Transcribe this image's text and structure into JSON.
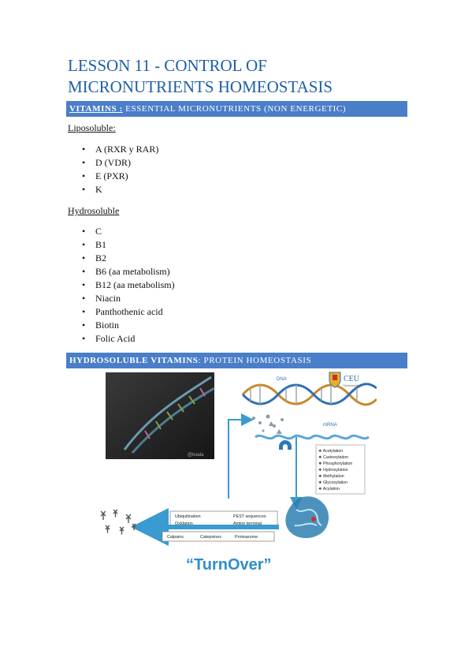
{
  "title": {
    "line1": "LESSON 11 - CONTROL OF",
    "line2": "MICRONUTRIENTS HOMEOSTASIS"
  },
  "section1": {
    "heading_bold": "VITAMINS :",
    "heading_rest": " ESSENTIAL MICRONUTRIENTS (NON ENERGETIC)"
  },
  "liposoluble": {
    "label": "Liposoluble:",
    "items": [
      "A (RXR y RAR)",
      "D (VDR)",
      "E (PXR)",
      "K"
    ]
  },
  "hydrosoluble": {
    "label": "Hydrosoluble",
    "items": [
      "C",
      "B1",
      "B2",
      "B6 (aa metabolism)",
      "B12 (aa metabolism)",
      "Niacin",
      "Panthothenic acid",
      "Biotin",
      "Folic Acid"
    ]
  },
  "section2": {
    "heading_bold": "HYDROSOLUBLE VITAMINS",
    "heading_rest": ": PROTEIN HOMEOSTASIS"
  },
  "figure": {
    "dna_label": "DNA",
    "mrna_label": "mRNA",
    "logo_text": "CEU",
    "logo_sub": "Universidad",
    "video_watermark": "@koala",
    "modifications": [
      "❖ Acetylation",
      "❖ Carboxylation",
      "❖ Phosphorylation",
      "❖ Hydroxylation",
      "❖ Methylation",
      "❖ Glycosylation",
      "❖ Acylation"
    ],
    "degradation_row1": [
      "Ubiquitination",
      "PEST sequences"
    ],
    "degradation_row2": [
      "Oxidation",
      "Amino terminal"
    ],
    "proteases": [
      "Calpains",
      "Catepsines",
      "Proteasome"
    ],
    "caption": "“TurnOver”"
  },
  "colors": {
    "title": "#1f5fa8",
    "band": "#4a7ec9",
    "arrow": "#3a9bd0"
  }
}
